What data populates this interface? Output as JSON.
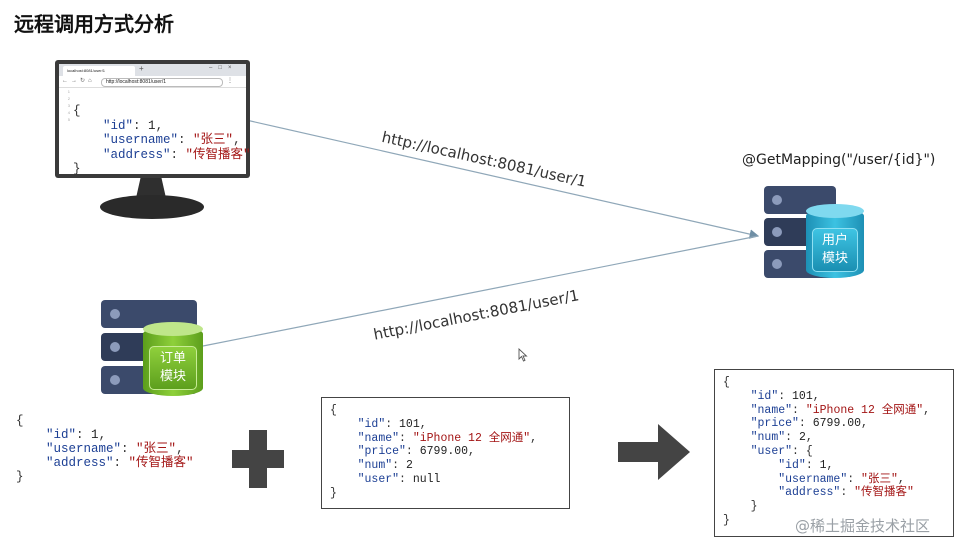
{
  "title": "远程调用方式分析",
  "browser": {
    "tab_label": "localhost:8081/user/1",
    "address": "http://localhost:8081/user/1",
    "json": {
      "id": "1",
      "username": "\"张三\"",
      "address": "\"传智播客\""
    }
  },
  "urls": {
    "top": "http://localhost:8081/user/1",
    "bottom": "http://localhost:8081/user/1"
  },
  "mapping": "@GetMapping(\"/user/{id}\")",
  "user_module": {
    "line1": "用户",
    "line2": "模块"
  },
  "order_module": {
    "line1": "订单",
    "line2": "模块"
  },
  "user_json": {
    "id": "1",
    "username": "\"张三\"",
    "address": "\"传智播客\""
  },
  "order_json": {
    "id": "101",
    "name": "\"iPhone 12 全网通\"",
    "price": "6799.00",
    "num": "2",
    "user": "null"
  },
  "result_json": {
    "id": "101",
    "name": "\"iPhone 12 全网通\"",
    "price": "6799.00",
    "num": "2",
    "user": {
      "id": "1",
      "username": "\"张三\"",
      "address": "\"传智播客\""
    }
  },
  "watermark": "@稀土掘金技术社区",
  "colors": {
    "arrow_line": "#8fa7b8",
    "server_dark": "#3b4a6b",
    "user_module": "#2aa6c8",
    "order_module": "#7cbd2e"
  }
}
